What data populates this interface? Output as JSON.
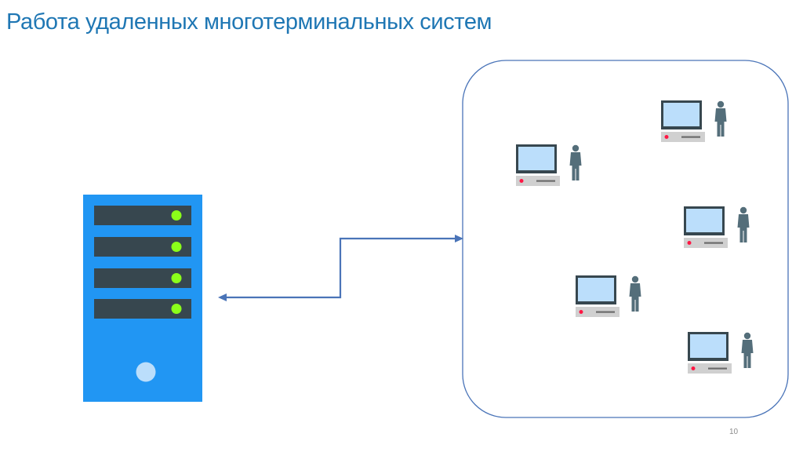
{
  "slide": {
    "title": "Работа удаленных многотерминальных систем",
    "page_number": "10"
  },
  "colors": {
    "title": "#1f77b4",
    "server_body": "#2196f3",
    "server_bay": "#37474f",
    "server_led": "#8bff1a",
    "server_button": "#bbdefb",
    "connector": "#4a74b8",
    "cluster_border": "#4a74b8",
    "monitor_frame": "#37474f",
    "monitor_screen": "#bbdefb",
    "terminal_base": "#d0d0d0",
    "terminal_led": "#ff1744",
    "person": "#546e7a"
  },
  "diagram": {
    "server": {
      "icon": "server-icon",
      "bays": 4
    },
    "connector": {
      "icon": "double-arrow-connector"
    },
    "terminal_group": {
      "icon": "workstation-with-user-icon",
      "terminals": 5
    }
  }
}
